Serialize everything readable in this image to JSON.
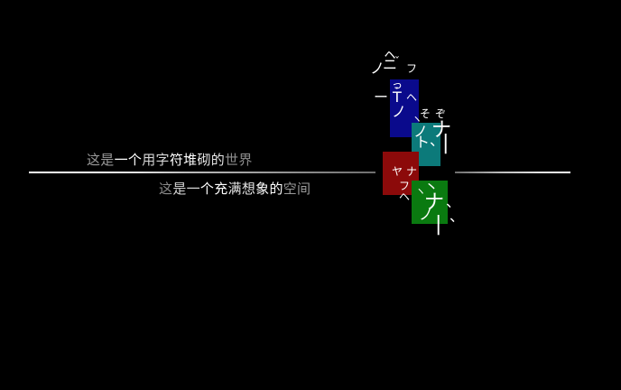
{
  "taglines": [
    {
      "segments": [
        {
          "text": "这是",
          "color": "#9a9a9a"
        },
        {
          "text": "一个",
          "color": "#ffffff"
        },
        {
          "text": "用字",
          "color": "#d6d6d6"
        },
        {
          "text": "符堆",
          "color": "#ffffff"
        },
        {
          "text": "砌的",
          "color": "#e6e6e6"
        },
        {
          "text": "世界",
          "color": "#8c8c8c"
        }
      ]
    },
    {
      "segments": [
        {
          "text": "这",
          "color": "#8c8c8c"
        },
        {
          "text": "是一",
          "color": "#d6d6d6"
        },
        {
          "text": "个充",
          "color": "#ffffff"
        },
        {
          "text": "满想",
          "color": "#e6e6e6"
        },
        {
          "text": "象的",
          "color": "#ffffff"
        },
        {
          "text": "空间",
          "color": "#9a9a9a"
        }
      ]
    }
  ],
  "glyphs": {
    "g1": "ㇸ",
    "g2": "ノ",
    "g3": "ニ",
    "g4": "ˇ",
    "g5": "フ",
    "g6": "っ",
    "g7": "ー",
    "g8": "ˉ",
    "g9": "ヘ",
    "g10": "ノ",
    "g11": "T",
    "g12": "そ",
    "g13": "ぞ",
    "g14": "ノ",
    "g15": "ト",
    "g16": "、",
    "g17": "ナ",
    "g18": "|",
    "g19": "ヤ",
    "g20": "ナ",
    "g21": "フ",
    "g22": "ヘ",
    "g23": "ナ",
    "g24": "、",
    "g25": "|",
    "g26": "、",
    "g27": "ノ",
    "g28": "丶",
    "g29": "ヽ",
    "g30": "ヽ"
  },
  "colors": {
    "blue": "#0a0a8c",
    "teal": "#0c7a7a",
    "red": "#8c0a0a",
    "green": "#0a7a10"
  }
}
